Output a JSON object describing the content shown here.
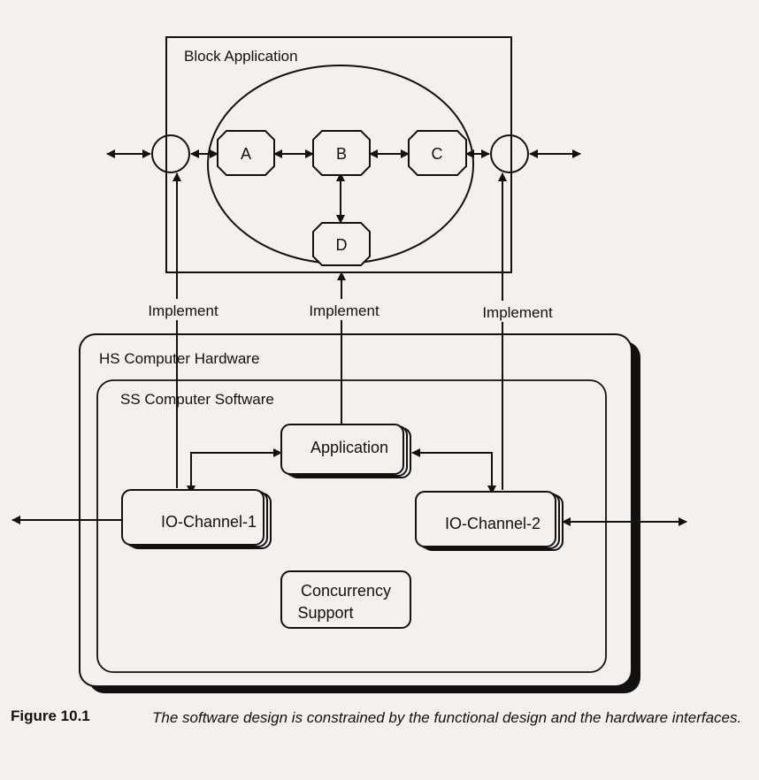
{
  "diagram": {
    "block_application": {
      "label": "Block Application"
    },
    "blocks": [
      {
        "id": "A",
        "label": "A"
      },
      {
        "id": "B",
        "label": "B"
      },
      {
        "id": "C",
        "label": "C"
      },
      {
        "id": "D",
        "label": "D"
      }
    ],
    "implement_labels": [
      "Implement",
      "Implement",
      "Implement"
    ],
    "hardware": {
      "label": "HS Computer Hardware"
    },
    "software": {
      "label": "SS Computer Software"
    },
    "modules": {
      "application": "Application",
      "io_channel_1": "IO-Channel-1",
      "io_channel_2": "IO-Channel-2",
      "concurrency_line1": "Concurrency",
      "concurrency_line2": "Support"
    }
  },
  "caption": {
    "figure": "Figure  10.1",
    "text": "The software design is constrained by the functional design and the hardware interfaces."
  }
}
